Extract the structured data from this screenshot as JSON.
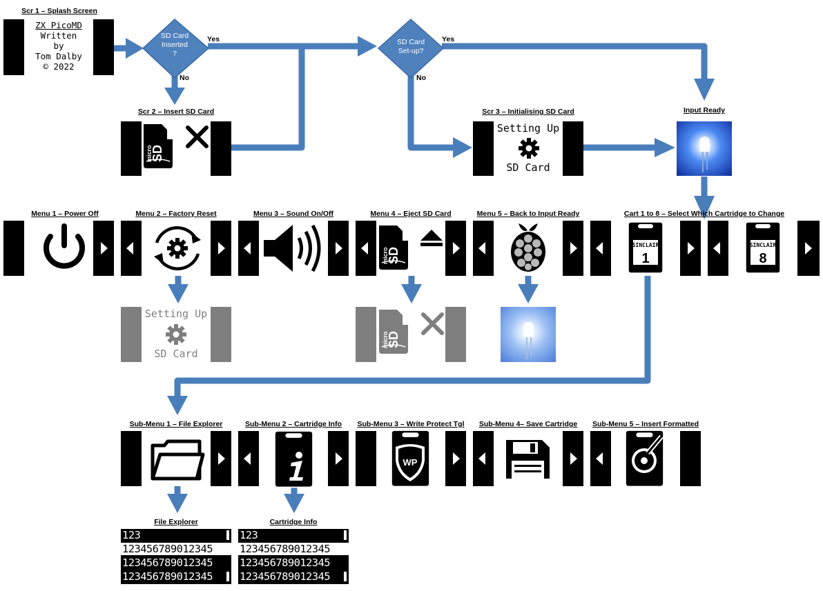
{
  "captions": {
    "scr1": "Scr 1 – Splash Screen",
    "scr2": "Scr 2 – Insert SD Card",
    "scr3": "Scr 3 – Initialising SD Card",
    "input_ready": "Input Ready",
    "menu1": "Menu 1 – Power Off",
    "menu2": "Menu 2 – Factory Reset",
    "menu3": "Menu 3 – Sound On/Off",
    "menu4": "Menu 4 – Eject SD Card",
    "menu5": "Menu 5 – Back to Input Ready",
    "cart": "Cart 1 to 8 – Select Which Cartridge to Change",
    "sub1": "Sub-Menu 1 – File Explorer",
    "sub2": "Sub-Menu 2 – Cartridge Info",
    "sub3": "Sub-Menu 3 – Write Protect Tgl",
    "sub4": "Sub-Menu 4– Save Cartridge",
    "sub5": "Sub-Menu 5 – Insert Formatted",
    "file_explorer": "File Explorer",
    "cartridge_info": "Cartridge Info"
  },
  "splash": {
    "line1": "ZX PicoMD",
    "line2": "Written",
    "line3": "by",
    "line4": "Tom Dalby",
    "line5": "© 2022"
  },
  "decisions": {
    "d1": {
      "line1": "SD Card",
      "line2": "Inserted",
      "line3": "?",
      "yes": "Yes",
      "no": "No"
    },
    "d2": {
      "line1": "SD Card",
      "line2": "Set-up?",
      "yes": "Yes",
      "no": "No"
    }
  },
  "setup_screen": {
    "line1": "Setting Up",
    "line2": "SD Card"
  },
  "sd_label": {
    "micro": "micro",
    "sd": "SD"
  },
  "cart_labels": {
    "brand": "SINCLAIR",
    "c1": "1",
    "c8": "8"
  },
  "wp_label": "WP",
  "file_list": [
    "123",
    "123456789012345",
    "123456789012345",
    "123456789012345"
  ],
  "colors": {
    "arrow": "#4a7ebb",
    "diamond": "#4f81bd",
    "diamond_border": "#3a6aa6",
    "screen_bg": "#000000"
  }
}
